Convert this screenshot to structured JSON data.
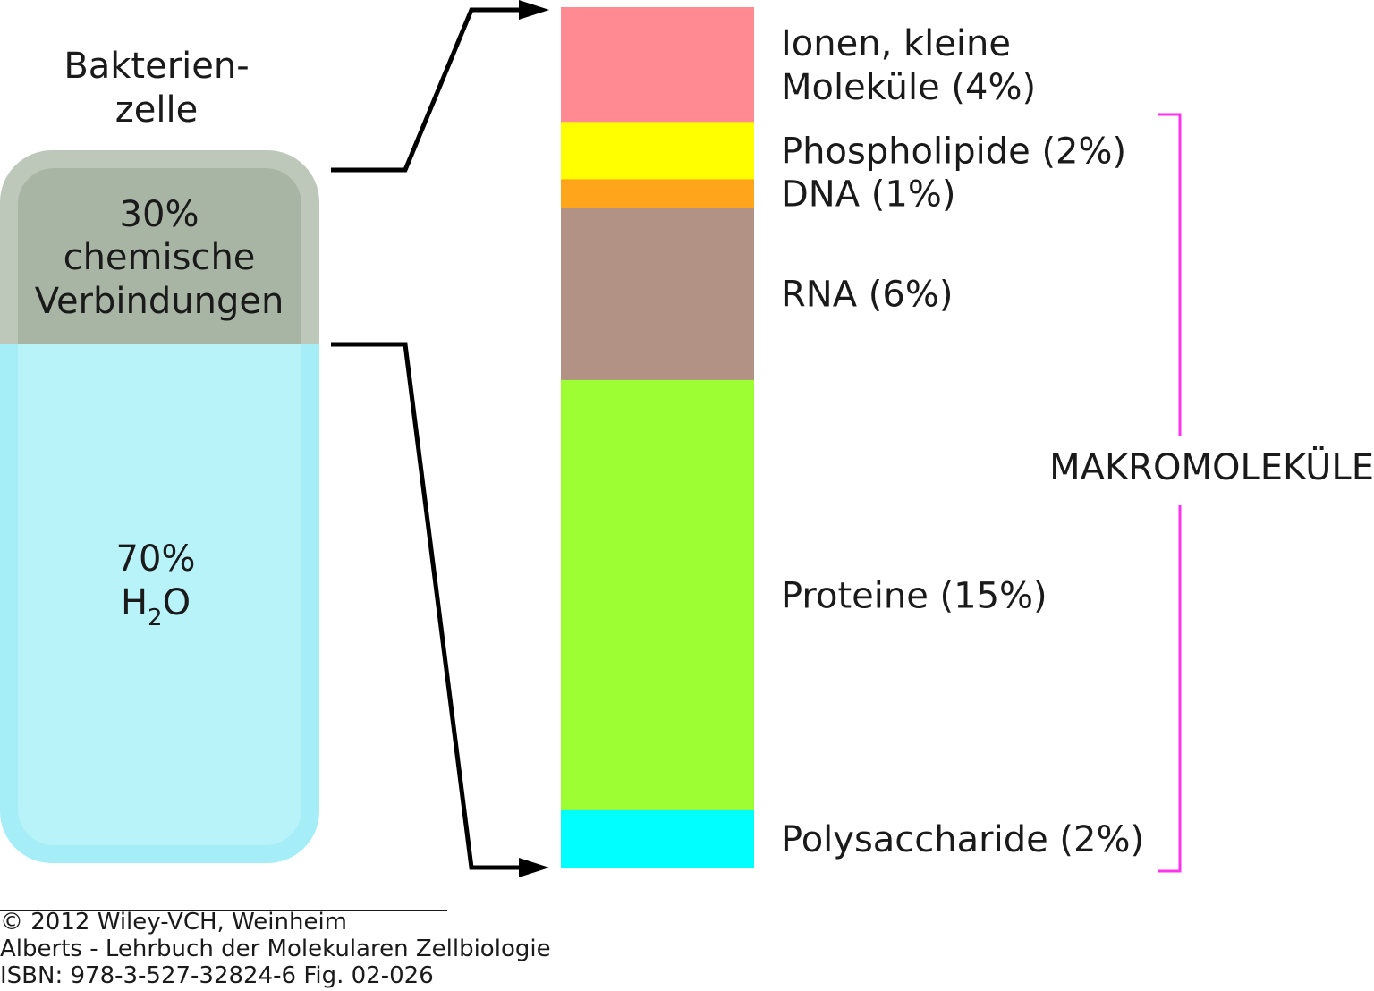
{
  "cell": {
    "title_line1": "Bakterien-",
    "title_line2": "zelle",
    "chemicals_pct": "30%",
    "chemicals_line1": "chemische",
    "chemicals_line2": "Verbindungen",
    "water_pct": "70%",
    "water_formula_h": "H",
    "water_formula_sub": "2",
    "water_formula_o": "O",
    "colors": {
      "chemicals": "#a8b5a5",
      "water": "#b9f3fa"
    }
  },
  "breakdown": [
    {
      "line1": "Ionen, kleine",
      "line2": "Moleküle (4%)",
      "percent": 4,
      "color": "#ff8a91",
      "macro": false
    },
    {
      "line1": "Phospholipide (2%)",
      "percent": 2,
      "color": "#ffff00",
      "macro": true
    },
    {
      "line1": "DNA (1%)",
      "percent": 1,
      "color": "#ffa51c",
      "macro": true
    },
    {
      "line1": "RNA (6%)",
      "percent": 6,
      "color": "#b19284",
      "macro": true
    },
    {
      "line1": "Proteine (15%)",
      "percent": 15,
      "color": "#9dff33",
      "macro": true
    },
    {
      "line1": "Polysaccharide (2%)",
      "percent": 2,
      "color": "#00ffff",
      "macro": true
    }
  ],
  "macro_label": "MAKROMOLEKÜLE",
  "macro_color": "#ff33ee",
  "credit": {
    "line1": "© 2012 Wiley-VCH, Weinheim",
    "line2": "Alberts - Lehrbuch der Molekularen Zellbiologie",
    "line3": "ISBN: 978-3-527-32824-6     Fig. 02-026"
  }
}
